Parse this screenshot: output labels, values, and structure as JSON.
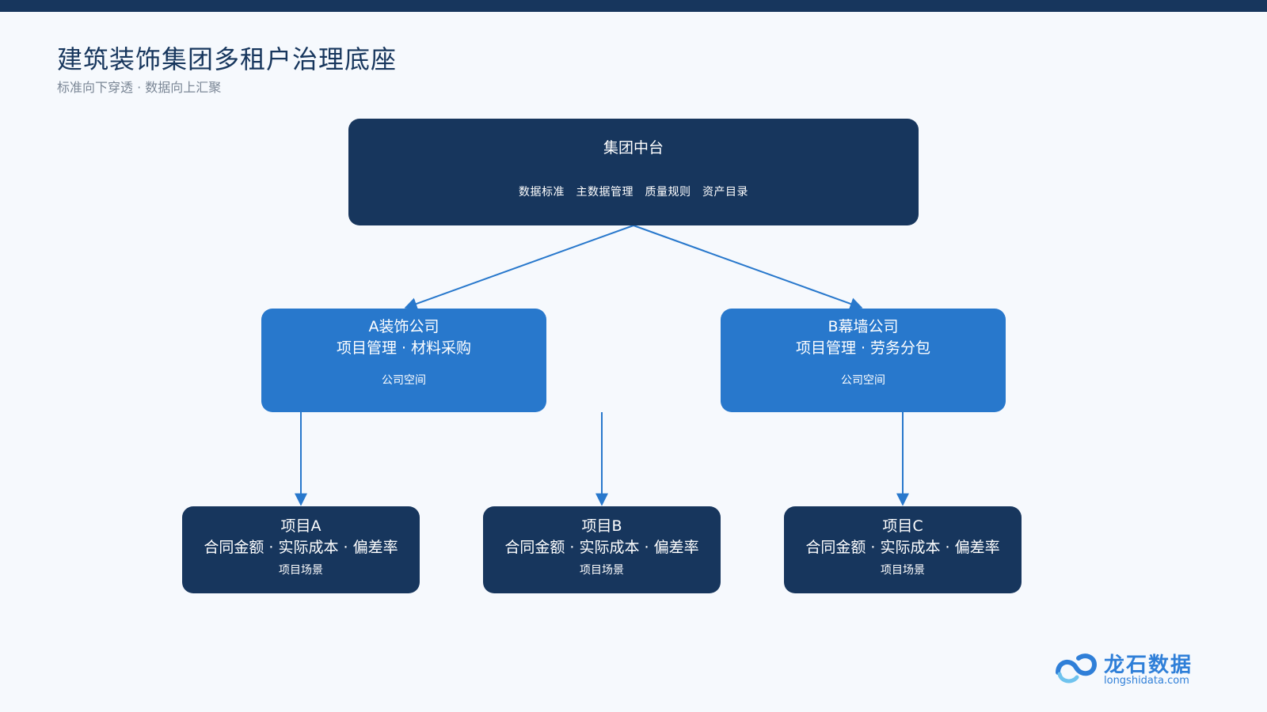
{
  "header": {
    "title": "建筑装饰集团多租户治理底座",
    "subtitle": "标准向下穿透 · 数据向上汇聚"
  },
  "group": {
    "title": "集团中台",
    "capabilities": [
      "数据标准",
      "主数据管理",
      "质量规则",
      "资产目录"
    ],
    "capabilities_text": "数据标准　主数据管理　质量规则　资产目录"
  },
  "companies": [
    {
      "title": "A装饰公司",
      "line": "项目管理 · 材料采购",
      "footer": "公司空间"
    },
    {
      "title": "B幕墙公司",
      "line": "项目管理 · 劳务分包",
      "footer": "公司空间"
    }
  ],
  "projects": [
    {
      "title": "项目A",
      "line": "合同金额 · 实际成本 · 偏差率",
      "footer": "项目场景"
    },
    {
      "title": "项目B",
      "line": "合同金额 · 实际成本 · 偏差率",
      "footer": "项目场景"
    },
    {
      "title": "项目C",
      "line": "合同金额 · 实际成本 · 偏差率",
      "footer": "项目场景"
    }
  ],
  "logo": {
    "name": "龙石数据",
    "url": "longshidata.com"
  },
  "colors": {
    "navy": "#17365d",
    "blue": "#2878cc",
    "background": "#f6f9fd",
    "connector": "#2f7fd8"
  }
}
